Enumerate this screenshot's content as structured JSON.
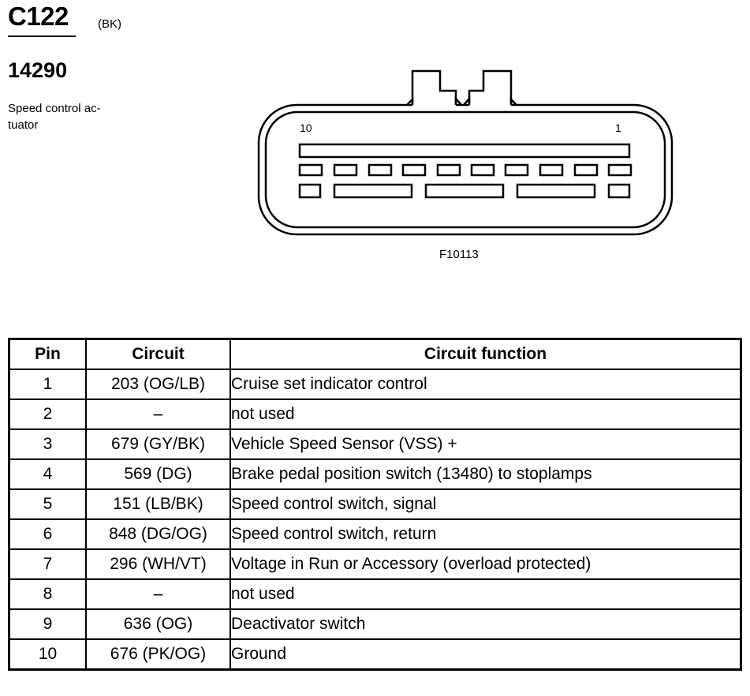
{
  "connector": {
    "id": "C122",
    "color_code": "(BK)",
    "part_number": "14290",
    "description": "Speed control actuator",
    "description_line1": "Speed control ac-",
    "description_line2": "tuator",
    "pin_label_left": "10",
    "pin_label_right": "1",
    "figure_number": "F10113"
  },
  "table": {
    "headers": {
      "pin": "Pin",
      "circuit": "Circuit",
      "function": "Circuit function"
    },
    "rows": [
      {
        "pin": "1",
        "circuit": "203 (OG/LB)",
        "function": "Cruise set indicator control"
      },
      {
        "pin": "2",
        "circuit": "–",
        "function": "not used"
      },
      {
        "pin": "3",
        "circuit": "679 (GY/BK)",
        "function": "Vehicle Speed Sensor (VSS) +"
      },
      {
        "pin": "4",
        "circuit": "569 (DG)",
        "function": "Brake pedal position switch (13480) to stoplamps"
      },
      {
        "pin": "5",
        "circuit": "151 (LB/BK)",
        "function": "Speed control switch, signal"
      },
      {
        "pin": "6",
        "circuit": "848 (DG/OG)",
        "function": "Speed control switch, return"
      },
      {
        "pin": "7",
        "circuit": "296 (WH/VT)",
        "function": "Voltage in Run or Accessory (overload protected)"
      },
      {
        "pin": "8",
        "circuit": "–",
        "function": "not used"
      },
      {
        "pin": "9",
        "circuit": "636 (OG)",
        "function": "Deactivator switch"
      },
      {
        "pin": "10",
        "circuit": "676 (PK/OG)",
        "function": "Ground"
      }
    ]
  }
}
